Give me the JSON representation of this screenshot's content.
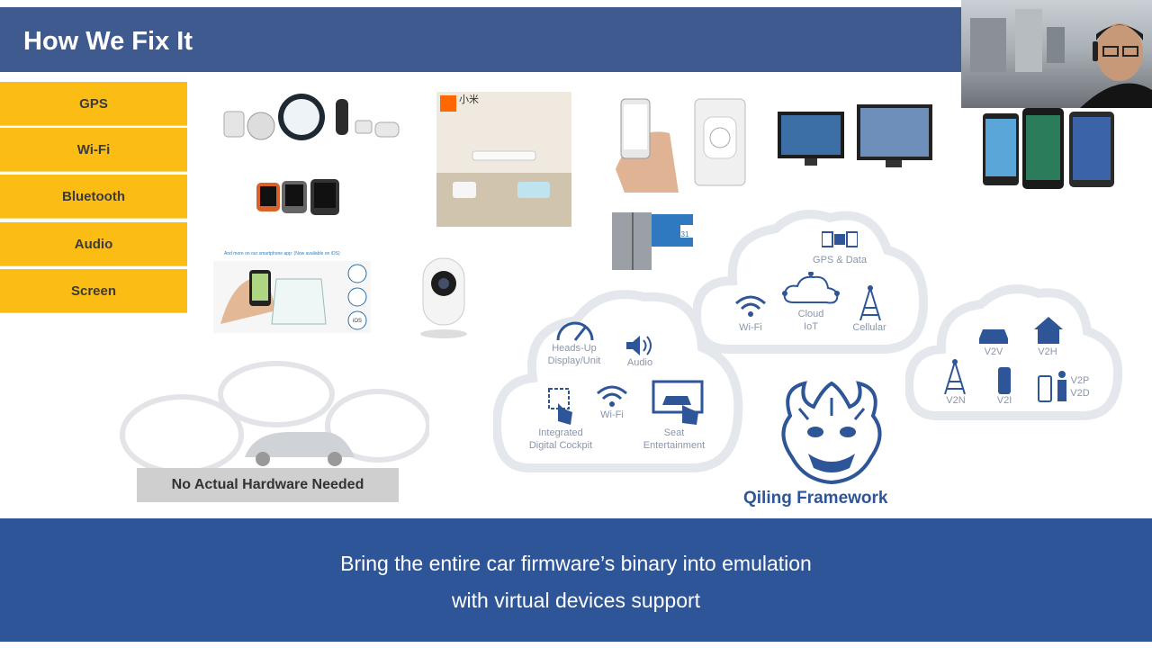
{
  "slide": {
    "title": "How We Fix It",
    "sidebar": [
      "GPS",
      "Wi-Fi",
      "Bluetooth",
      "Audio",
      "Screen"
    ],
    "no_hardware_label": "No Actual Hardware Needed",
    "framework_label": "Qiling Framework",
    "subtitle_lines": [
      "Bring the entire car firmware’s binary into emulation",
      "with virtual devices support"
    ]
  },
  "clouds": {
    "top": {
      "gps": "GPS & Data",
      "wifi": "Wi-Fi",
      "cloud": "Cloud\nIoT",
      "cellular": "Cellular"
    },
    "left": {
      "hud": "Heads-Up\nDisplay/Unit",
      "audio": "Audio",
      "cockpit": "Integrated\nDigital Cockpit",
      "wifi": "Wi-Fi",
      "seat": "Seat\nEntertainment"
    },
    "right": {
      "v2v": "V2V",
      "v2h": "V2H",
      "v2n": "V2N",
      "v2i": "V2I",
      "v2p": "V2P\nV2D"
    }
  },
  "devices": {
    "app_promo": "And more on our smartphone app: (Now available on iOS)",
    "mi_brand": "小米",
    "ios_badge": "iOS",
    "fridge_badge": "31"
  },
  "colors": {
    "title_bar": "#3f5a8e",
    "sidebar": "#fbbd14",
    "bottom_band": "#2e5597",
    "icon_blue": "#2e5597"
  }
}
